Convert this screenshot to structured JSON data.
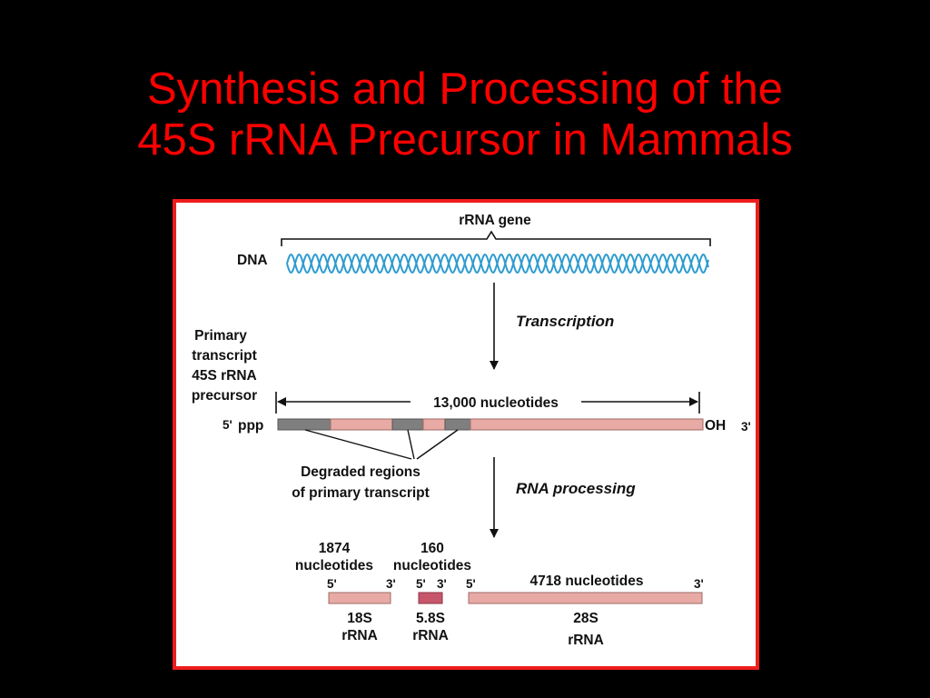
{
  "title": {
    "line1": "Synthesis and Processing of the",
    "line2": "45S rRNA Precursor in Mammals"
  },
  "colors": {
    "background": "#000000",
    "title": "#ff0000",
    "panel_border": "#ee1c1c",
    "dna_helix": "#2e9ccf",
    "degraded_region": "#7f7f7f",
    "retained_region": "#e7aaa4",
    "mature_5_8s": "#c8566a"
  },
  "diagram": {
    "gene_label": "rRNA gene",
    "dna_label": "DNA",
    "transcription_label": "Transcription",
    "primary_transcript": {
      "line1": "Primary",
      "line2": "transcript",
      "line3": "45S rRNA",
      "line4": "precursor"
    },
    "length_label": "13,000 nucleotides",
    "five_prime_label": "5'",
    "ppp_label": "ppp",
    "oh_label": "OH",
    "three_prime_label": "3'",
    "degraded": {
      "line1": "Degraded regions",
      "line2": "of primary transcript"
    },
    "processing_label": "RNA processing",
    "products": {
      "p18s": {
        "count": "1874",
        "unit": "nucleotides",
        "five_end": "5'",
        "three_end": "3'",
        "name": "18S",
        "type": "rRNA"
      },
      "p58s": {
        "count": "160",
        "unit": "nucleotides",
        "five_end": "5'",
        "three_end": "3'",
        "name": "5.8S",
        "type": "rRNA"
      },
      "p28s": {
        "size_label": "4718 nucleotides",
        "five_end": "5'",
        "three_end": "3'",
        "name": "28S",
        "type": "rRNA"
      }
    }
  }
}
